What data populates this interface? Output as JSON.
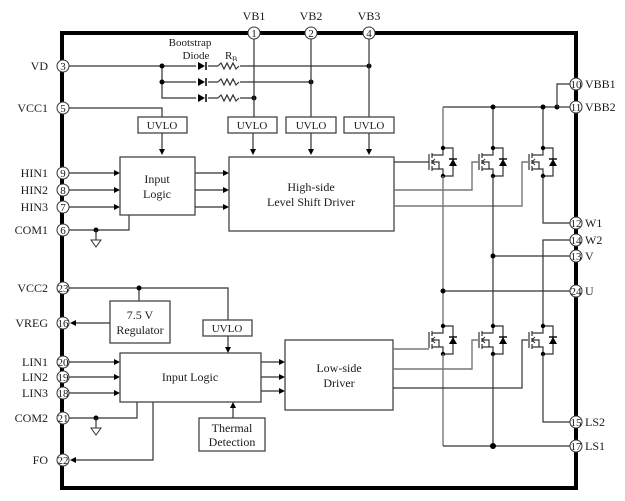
{
  "diagram": {
    "type": "block-diagram",
    "subject": "3-phase motor driver IC internal block diagram",
    "top_pins": [
      {
        "label": "VB1",
        "number": "1"
      },
      {
        "label": "VB2",
        "number": "2"
      },
      {
        "label": "VB3",
        "number": "4"
      }
    ],
    "left_pins": [
      {
        "label": "VD",
        "number": "3"
      },
      {
        "label": "VCC1",
        "number": "5"
      },
      {
        "label": "HIN1",
        "number": "9"
      },
      {
        "label": "HIN2",
        "number": "8"
      },
      {
        "label": "HIN3",
        "number": "7"
      },
      {
        "label": "COM1",
        "number": "6"
      },
      {
        "label": "VCC2",
        "number": "23"
      },
      {
        "label": "VREG",
        "number": "16"
      },
      {
        "label": "LIN1",
        "number": "20"
      },
      {
        "label": "LIN2",
        "number": "19"
      },
      {
        "label": "LIN3",
        "number": "18"
      },
      {
        "label": "COM2",
        "number": "21"
      },
      {
        "label": "FO",
        "number": "22"
      }
    ],
    "right_pins": [
      {
        "label": "VBB1",
        "number": "10"
      },
      {
        "label": "VBB2",
        "number": "11"
      },
      {
        "label": "W1",
        "number": "12"
      },
      {
        "label": "W2",
        "number": "14"
      },
      {
        "label": "V",
        "number": "13"
      },
      {
        "label": "U",
        "number": "24"
      },
      {
        "label": "LS2",
        "number": "15"
      },
      {
        "label": "LS1",
        "number": "17"
      }
    ],
    "annotations": {
      "bootstrap_line1": "Bootstrap",
      "bootstrap_line2": "Diode",
      "rb_main": "R",
      "rb_sub": "B"
    },
    "blocks": {
      "uvlo": "UVLO",
      "input_logic_high_line1": "Input",
      "input_logic_high_line2": "Logic",
      "high_side_line1": "High-side",
      "high_side_line2": "Level Shift Driver",
      "regulator_line1": "7.5 V",
      "regulator_line2": "Regulator",
      "input_logic_low": "Input Logic",
      "low_side_line1": "Low-side",
      "low_side_line2": "Driver",
      "thermal_line1": "Thermal",
      "thermal_line2": "Detection"
    }
  }
}
